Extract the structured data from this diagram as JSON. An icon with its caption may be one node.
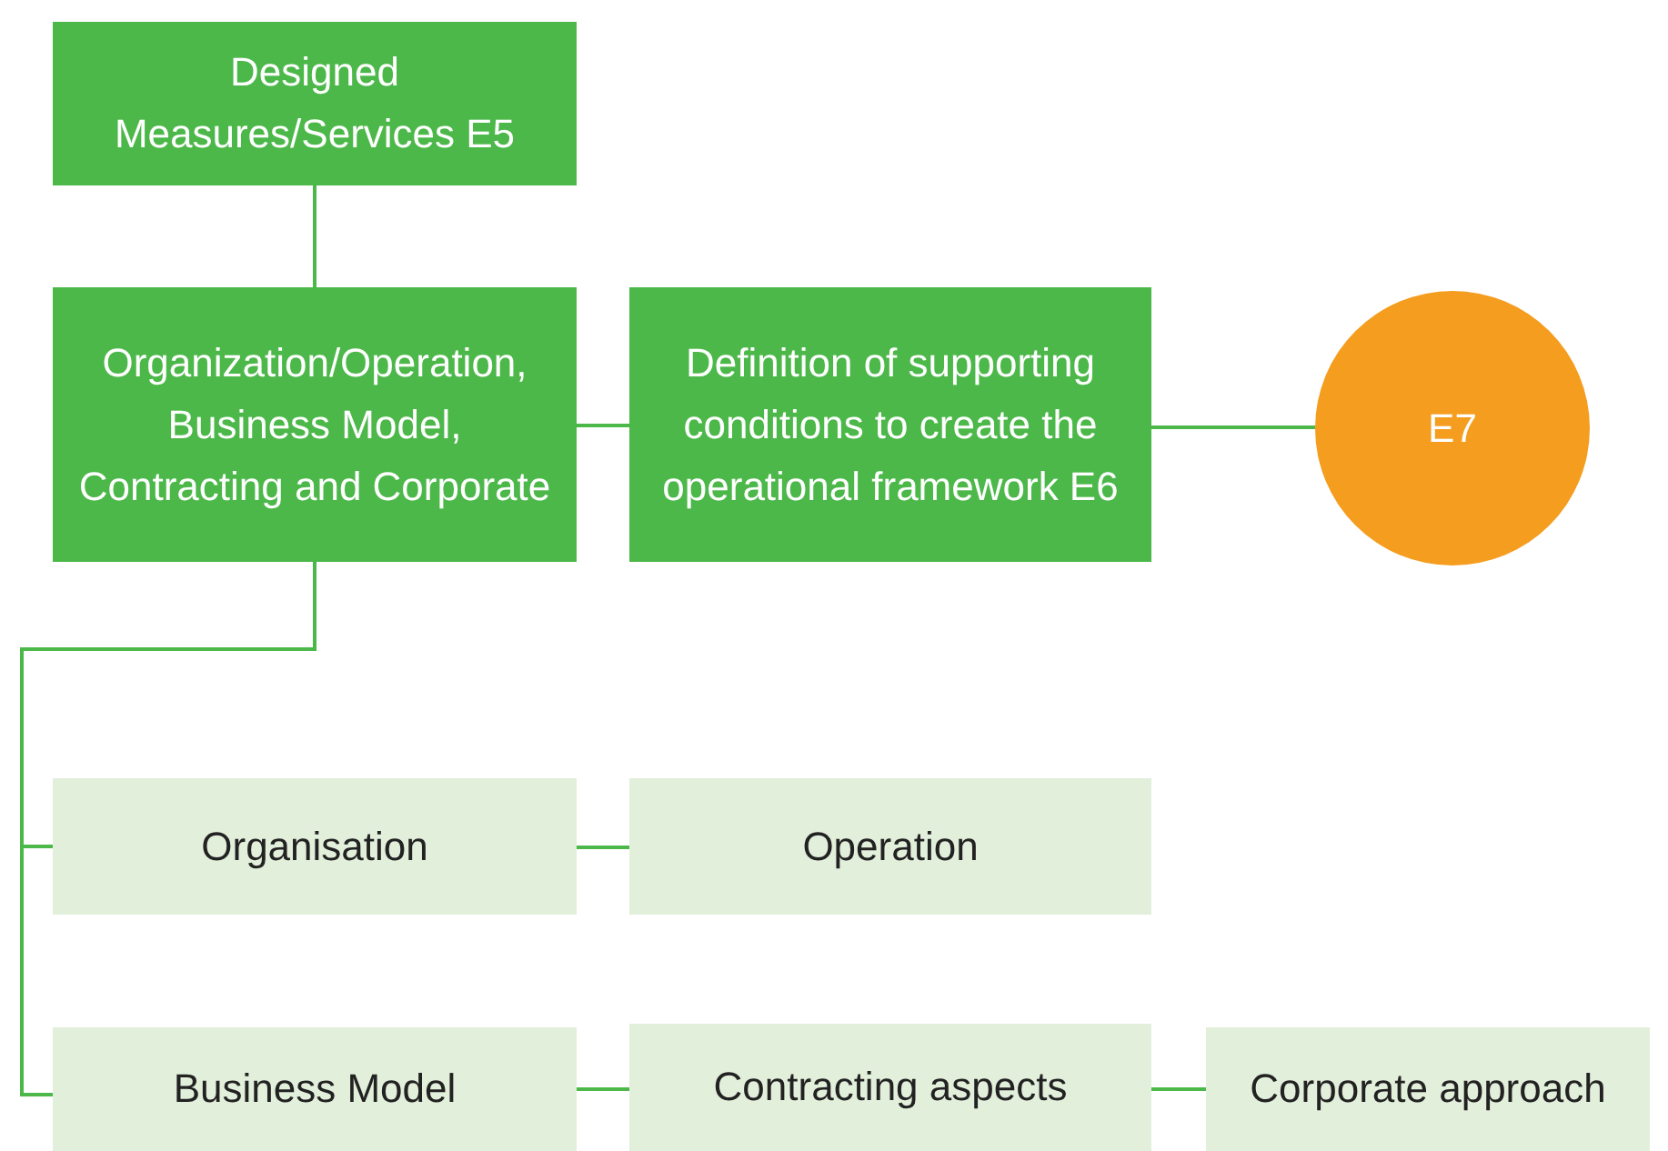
{
  "diagram": {
    "nodes": [
      {
        "text": [
          "Designed Measures/Services E5"
        ]
      },
      {
        "text": [
          "Organization/Operation, Business Model, Contracting and Corporate"
        ]
      },
      {
        "text": [
          "Definition of supporting conditions to create the operational framework E6"
        ]
      },
      {
        "text": [
          "E7"
        ]
      },
      {
        "text": [
          "Organisation"
        ]
      },
      {
        "text": [
          "Operation"
        ]
      },
      {
        "text": [
          "Business Model"
        ]
      },
      {
        "text": [
          "Contracting aspects"
        ]
      },
      {
        "text": [
          "Corporate approach"
        ]
      }
    ],
    "edges": [
      {
        "from": 0,
        "to": 1,
        "arrow": "none"
      },
      {
        "from": 1,
        "to": 2,
        "arrow": "none"
      },
      {
        "from": 2,
        "to": 3,
        "arrow": "none"
      },
      {
        "from": 1,
        "to": 4,
        "arrow": "none"
      },
      {
        "from": 1,
        "to": 6,
        "arrow": "none"
      },
      {
        "from": 4,
        "to": 5,
        "arrow": "none"
      },
      {
        "from": 6,
        "to": 7,
        "arrow": "none"
      },
      {
        "from": 7,
        "to": 8,
        "arrow": "none"
      }
    ]
  }
}
